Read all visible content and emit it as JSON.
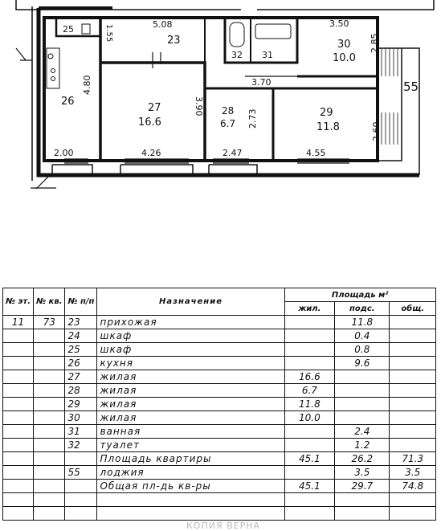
{
  "plan": {
    "rooms": [
      {
        "no": "23",
        "area": ""
      },
      {
        "no": "25",
        "area": ""
      },
      {
        "no": "26",
        "area": ""
      },
      {
        "no": "27",
        "area": "16.6"
      },
      {
        "no": "28",
        "area": "6.7"
      },
      {
        "no": "29",
        "area": "11.8"
      },
      {
        "no": "30",
        "area": "10.0"
      },
      {
        "no": "31",
        "area": ""
      },
      {
        "no": "32",
        "area": ""
      },
      {
        "no": "55",
        "area": ""
      }
    ],
    "dims": [
      "5.08",
      "1.55",
      "3.50",
      "2.85",
      "4.80",
      "3.90",
      "2.73",
      "3.70",
      "2.60",
      "2.00",
      "4.26",
      "2.47",
      "4.55"
    ]
  },
  "table": {
    "headers": {
      "floor": "№ эт.",
      "apt": "№ кв.",
      "item": "№ п/п",
      "purpose": "Назначение",
      "area": "Площадь м²",
      "living": "жил.",
      "aux": "подс.",
      "total": "общ."
    },
    "rows": [
      {
        "floor": "11",
        "apt": "73",
        "no": "23",
        "name": "прихожая",
        "living": "",
        "aux": "11.8",
        "total": ""
      },
      {
        "floor": "",
        "apt": "",
        "no": "24",
        "name": "шкаф",
        "living": "",
        "aux": "0.4",
        "total": ""
      },
      {
        "floor": "",
        "apt": "",
        "no": "25",
        "name": "шкаф",
        "living": "",
        "aux": "0.8",
        "total": ""
      },
      {
        "floor": "",
        "apt": "",
        "no": "26",
        "name": "кухня",
        "living": "",
        "aux": "9.6",
        "total": ""
      },
      {
        "floor": "",
        "apt": "",
        "no": "27",
        "name": "жилая",
        "living": "16.6",
        "aux": "",
        "total": ""
      },
      {
        "floor": "",
        "apt": "",
        "no": "28",
        "name": "жилая",
        "living": "6.7",
        "aux": "",
        "total": ""
      },
      {
        "floor": "",
        "apt": "",
        "no": "29",
        "name": "жилая",
        "living": "11.8",
        "aux": "",
        "total": ""
      },
      {
        "floor": "",
        "apt": "",
        "no": "30",
        "name": "жилая",
        "living": "10.0",
        "aux": "",
        "total": ""
      },
      {
        "floor": "",
        "apt": "",
        "no": "31",
        "name": "ванная",
        "living": "",
        "aux": "2.4",
        "total": ""
      },
      {
        "floor": "",
        "apt": "",
        "no": "32",
        "name": "туалет",
        "living": "",
        "aux": "1.2",
        "total": ""
      },
      {
        "floor": "",
        "apt": "",
        "no": "",
        "name": "Площадь квартиры",
        "living": "45.1",
        "aux": "26.2",
        "total": "71.3"
      },
      {
        "floor": "",
        "apt": "",
        "no": "55",
        "name": "лоджия",
        "living": "",
        "aux": "3.5",
        "total": "3.5"
      },
      {
        "floor": "",
        "apt": "",
        "no": "",
        "name": "Общая пл-дь кв-ры",
        "living": "45.1",
        "aux": "29.7",
        "total": "74.8"
      },
      {
        "floor": "",
        "apt": "",
        "no": "",
        "name": "",
        "living": "",
        "aux": "",
        "total": ""
      },
      {
        "floor": "",
        "apt": "",
        "no": "",
        "name": "",
        "living": "",
        "aux": "",
        "total": ""
      }
    ]
  },
  "watermark": "КОПИЯ ВЕРНА"
}
